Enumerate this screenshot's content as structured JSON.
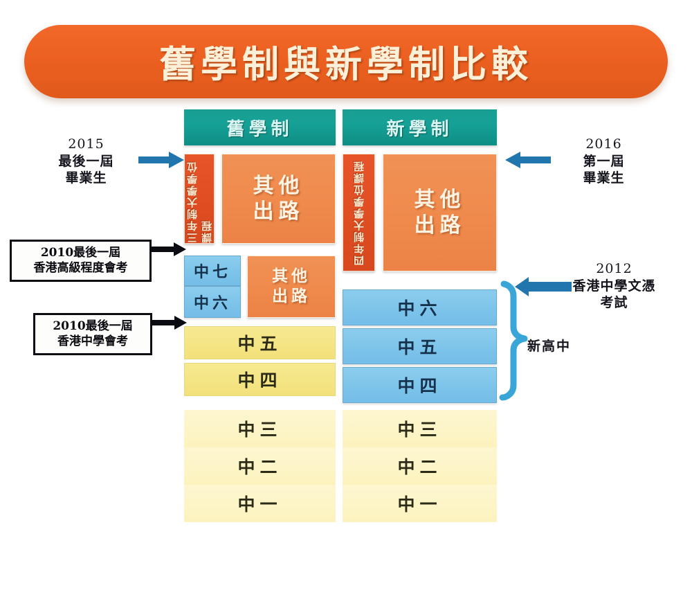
{
  "title": "舊學制與新學制比較",
  "columns": {
    "old_header": "舊學制",
    "new_header": "新學制"
  },
  "old_system": {
    "degree_course": "三年制大學學位課程",
    "other_pathways_top": "其他\n出路",
    "other_pathways_top_line1": "其他",
    "other_pathways_top_line2": "出路",
    "other_pathways_mid_line1": "其他",
    "other_pathways_mid_line2": "出路",
    "grades": [
      {
        "label": "中七",
        "style": "blue"
      },
      {
        "label": "中六",
        "style": "blue"
      },
      {
        "label": "中五",
        "style": "yellow"
      },
      {
        "label": "中四",
        "style": "yellow"
      },
      {
        "label": "中三",
        "style": "cream"
      },
      {
        "label": "中二",
        "style": "cream"
      },
      {
        "label": "中一",
        "style": "cream"
      }
    ]
  },
  "new_system": {
    "degree_course": "四年制大學學位課程",
    "other_pathways_line1": "其他",
    "other_pathways_line2": "出路",
    "grades": [
      {
        "label": "中六",
        "style": "blue"
      },
      {
        "label": "中五",
        "style": "blue"
      },
      {
        "label": "中四",
        "style": "blue"
      },
      {
        "label": "中三",
        "style": "cream"
      },
      {
        "label": "中二",
        "style": "cream"
      },
      {
        "label": "中一",
        "style": "cream"
      }
    ]
  },
  "annotations": {
    "left_top": {
      "year": "2015",
      "line1": "最後一屆",
      "line2": "畢業生"
    },
    "right_top": {
      "year": "2016",
      "line1": "第一屆",
      "line2": "畢業生"
    },
    "left_box_1": {
      "line1": "2010最後一屆",
      "line2": "香港高級程度會考"
    },
    "left_box_2": {
      "line1": "2010最後一屆",
      "line2": "香港中學會考"
    },
    "right_exam": {
      "year": "2012",
      "line1": "香港中學文憑",
      "line2": "考試"
    },
    "brace_label": "新高中"
  },
  "colors": {
    "banner_orange": "#ea5f1f",
    "banner_text": "#fdf0d8",
    "header_teal": "#16a196",
    "red_column": "#e04e23",
    "orange_box": "#ef8a4c",
    "blue_cell": "#7dc4ea",
    "yellow_cell": "#f4e585",
    "cream_cell": "#fdf5c8",
    "arrow_blue": "#2176ad",
    "arrow_black": "#0b0b12",
    "brace_blue": "#3aa6d8"
  }
}
